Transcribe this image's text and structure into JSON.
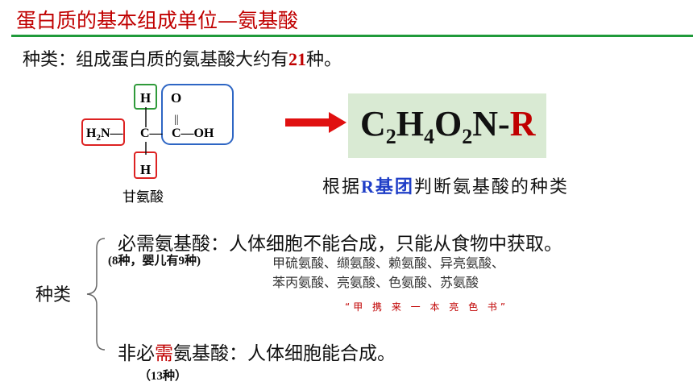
{
  "slide": {
    "title": "蛋白质的基本组成单位—氨基酸",
    "kinds_line": {
      "prefix": "种类：组成蛋白质的氨基酸大约有",
      "number": "21",
      "suffix": "种。"
    },
    "structure": {
      "h_top": "H",
      "o": "O",
      "double_bond": "||",
      "amine": "H",
      "amine_sub": "2",
      "amine_n": "N—",
      "c_alpha": "C—",
      "carboxyl": "C—OH",
      "h_bottom": "H",
      "caption": "甘氨酸"
    },
    "general_formula": {
      "c": "C",
      "c_sub": "2",
      "h": "H",
      "h_sub": "4",
      "o": "O",
      "o_sub": "2",
      "n": "N-",
      "r": "R"
    },
    "r_note": {
      "prefix": "根据",
      "r": "R",
      "group": "基团",
      "suffix": "判断氨基酸的种类"
    },
    "classification_label": "种类",
    "essential": {
      "title": "必需氨基酸：人体细胞不能合成，只能从食物中获取。",
      "count": "(8种，婴儿有9种)",
      "list_line1": "甲硫氨酸、缬氨酸、赖氨酸、异亮氨酸、",
      "list_line2": "苯丙氨酸、亮氨酸、色氨酸、苏氨酸",
      "mnemonic": "“甲 携 来 一 本 亮 色 书”"
    },
    "nonessential": {
      "prefix": "非必",
      "red": "需",
      "suffix": "氨基酸：人体细胞能合成。",
      "count": "（13种）"
    }
  },
  "colors": {
    "title": "#c00000",
    "rule": "#1f9a3a",
    "formula_bg": "#d9ead3",
    "accent_red": "#c00000",
    "accent_blue": "#1f3ec7",
    "box_blue": "#2e66c4"
  }
}
